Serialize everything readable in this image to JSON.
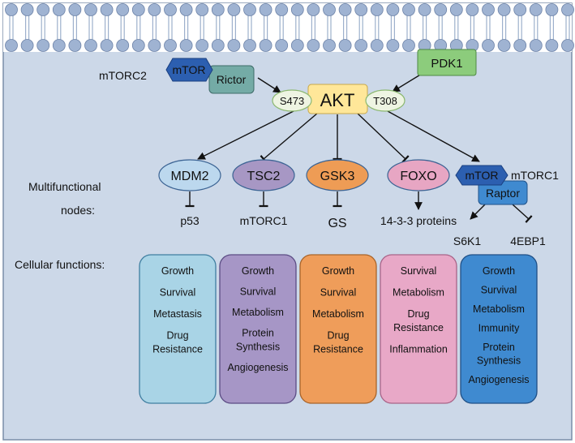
{
  "complex_mtorc2": {
    "label": "mTORC2",
    "mtor": "mTOR",
    "rictor": "Rictor"
  },
  "pdk1": "PDK1",
  "akt": {
    "label": "AKT",
    "site_left": "S473",
    "site_right": "T308"
  },
  "row_labels": {
    "nodes_line1": "Multifunctional",
    "nodes_line2": "nodes:",
    "functions": "Cellular functions:"
  },
  "nodes": [
    {
      "label": "MDM2",
      "target": "p53",
      "color": "#bcd8ee"
    },
    {
      "label": "TSC2",
      "target": "mTORC1",
      "color": "#a797c4"
    },
    {
      "label": "GSK3",
      "target": "GS",
      "color": "#ee9c55"
    },
    {
      "label": "FOXO",
      "target": "14-3-3 proteins",
      "color": "#e7a6c3"
    }
  ],
  "complex_mtorc1": {
    "label": "mTORC1",
    "mtor": "mTOR",
    "raptor": "Raptor",
    "targets": [
      "S6K1",
      "4EBP1"
    ]
  },
  "functions": [
    {
      "color": "#a9d4e6",
      "items": [
        "Growth",
        "Survival",
        "Metastasis",
        "Drug\nResistance"
      ]
    },
    {
      "color": "#a696c6",
      "items": [
        "Growth",
        "Survival",
        "Metabolism",
        "Protein\nSynthesis",
        "Angiogenesis"
      ]
    },
    {
      "color": "#ef9d5a",
      "items": [
        "Growth",
        "Survival",
        "Metabolism",
        "Drug\nResistance"
      ]
    },
    {
      "color": "#e8a8c7",
      "items": [
        "Survival",
        "Metabolism",
        "Drug\nResistance",
        "Inflammation"
      ]
    },
    {
      "color": "#3f8ad0",
      "items": [
        "Growth",
        "Survival",
        "Metabolism",
        "Immunity",
        "Protein\nSynthesis",
        "Angiogenesis"
      ]
    }
  ]
}
